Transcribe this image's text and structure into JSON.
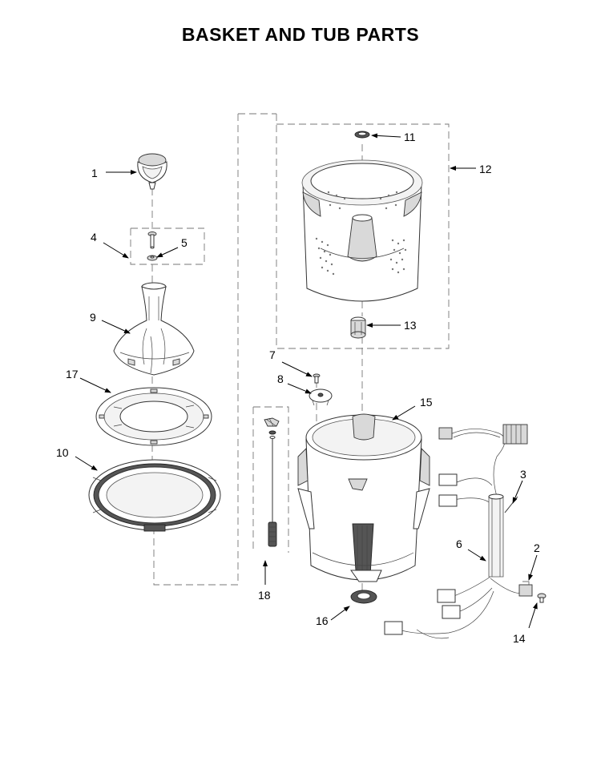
{
  "title": "BASKET AND TUB PARTS",
  "callouts": [
    {
      "id": "1",
      "label": "1"
    },
    {
      "id": "2",
      "label": "2"
    },
    {
      "id": "3",
      "label": "3"
    },
    {
      "id": "4",
      "label": "4"
    },
    {
      "id": "5",
      "label": "5"
    },
    {
      "id": "6",
      "label": "6"
    },
    {
      "id": "7",
      "label": "7"
    },
    {
      "id": "8",
      "label": "8"
    },
    {
      "id": "9",
      "label": "9"
    },
    {
      "id": "10",
      "label": "10"
    },
    {
      "id": "11",
      "label": "11"
    },
    {
      "id": "12",
      "label": "12"
    },
    {
      "id": "13",
      "label": "13"
    },
    {
      "id": "14",
      "label": "14"
    },
    {
      "id": "15",
      "label": "15"
    },
    {
      "id": "16",
      "label": "16"
    },
    {
      "id": "17",
      "label": "17"
    },
    {
      "id": "18",
      "label": "18"
    }
  ],
  "parts": [
    {
      "callout": "1",
      "name": "agitator-cap-icon"
    },
    {
      "callout": "2",
      "name": "clip-icon"
    },
    {
      "callout": "3",
      "name": "tube-icon"
    },
    {
      "callout": "4",
      "name": "bolt-icon"
    },
    {
      "callout": "5",
      "name": "washer-icon"
    },
    {
      "callout": "6",
      "name": "wire-harness-icon"
    },
    {
      "callout": "7",
      "name": "screw-icon"
    },
    {
      "callout": "8",
      "name": "bracket-icon"
    },
    {
      "callout": "9",
      "name": "agitator-icon"
    },
    {
      "callout": "10",
      "name": "tub-ring-icon"
    },
    {
      "callout": "11",
      "name": "seal-icon"
    },
    {
      "callout": "12",
      "name": "basket-assembly-icon"
    },
    {
      "callout": "13",
      "name": "hub-icon"
    },
    {
      "callout": "14",
      "name": "screw-icon"
    },
    {
      "callout": "15",
      "name": "outer-tub-icon"
    },
    {
      "callout": "16",
      "name": "bearing-seal-icon"
    },
    {
      "callout": "17",
      "name": "balance-ring-icon"
    },
    {
      "callout": "18",
      "name": "suspension-rod-icon"
    }
  ]
}
